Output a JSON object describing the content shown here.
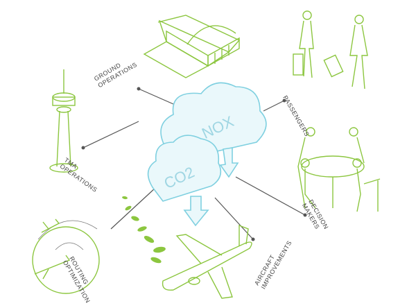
{
  "center": {
    "cloud_large_label": "NOX",
    "cloud_small_label": "CO2"
  },
  "nodes": [
    {
      "id": "ground",
      "label_line1": "GROUND",
      "label_line2": "OPERATIONS"
    },
    {
      "id": "passengers",
      "label_line1": "PASSENGERS"
    },
    {
      "id": "tma",
      "label_line1": "TMA",
      "label_line2": "OPERATIONS"
    },
    {
      "id": "decision",
      "label_line1": "DECISION",
      "label_line2": "MAKERS"
    },
    {
      "id": "routing",
      "label_line1": "ROUTING",
      "label_line2": "OPTIMIZATION"
    },
    {
      "id": "aircraft",
      "label_line1": "AIRCRAFT",
      "label_line2": "IMPROVEMENTS"
    }
  ],
  "colors": {
    "green": "#8cc63f",
    "cyan": "#7fd0e0",
    "text": "#444444"
  }
}
